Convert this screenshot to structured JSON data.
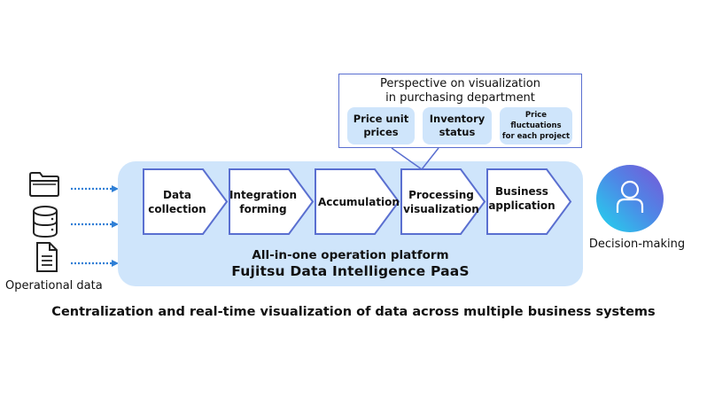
{
  "sources": {
    "label": "Operational data",
    "icons": [
      "folder-icon",
      "database-icon",
      "document-icon"
    ]
  },
  "platform": {
    "subtitle": "All-in-one operation platform",
    "name": "Fujitsu Data Intelligence PaaS",
    "steps": [
      {
        "line1": "Data",
        "line2": "collection"
      },
      {
        "line1": "Integration",
        "line2": "forming"
      },
      {
        "line1": "Accumulation",
        "line2": ""
      },
      {
        "line1": "Processing",
        "line2": "visualization"
      },
      {
        "line1": "Business",
        "line2": "application"
      }
    ]
  },
  "callout": {
    "title_line1": "Perspective on visualization",
    "title_line2": "in purchasing department",
    "items": [
      {
        "line1": "Price unit",
        "line2": "prices"
      },
      {
        "line1": "Inventory",
        "line2": "status"
      },
      {
        "line1": "Price fluctuations",
        "line2": "for each project"
      }
    ]
  },
  "output": {
    "label": "Decision-making",
    "icon": "person-icon"
  },
  "caption": "Centralization and real-time visualization of data across multiple business systems",
  "colors": {
    "platform_bg": "#cfe5fb",
    "chevron_stroke": "#5a6fd0",
    "arrow": "#2f7fd6",
    "gradient_start": "#7a55d6",
    "gradient_end": "#20d8ee"
  }
}
